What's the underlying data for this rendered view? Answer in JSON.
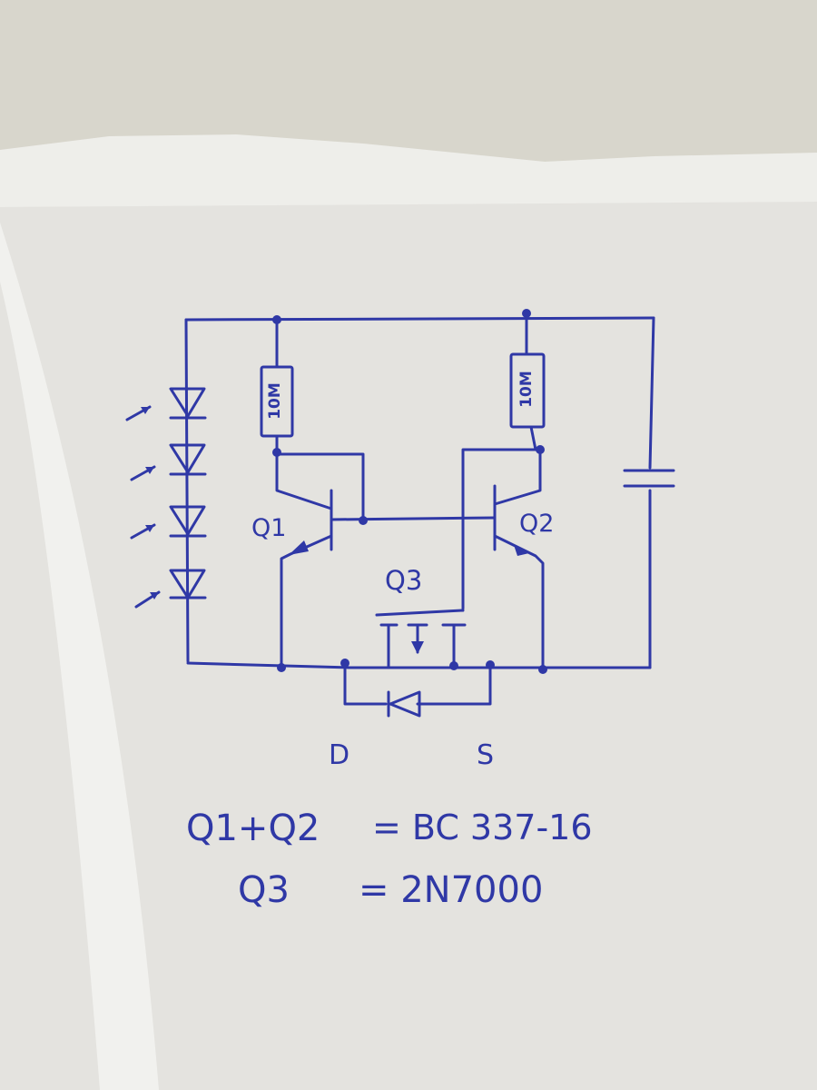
{
  "schematic": {
    "resistor_left": {
      "value": "10M"
    },
    "resistor_right": {
      "value": "10M"
    },
    "transistor_q1": {
      "label": "Q1"
    },
    "transistor_q2": {
      "label": "Q2"
    },
    "mosfet_q3": {
      "label": "Q3"
    },
    "pin_drain": {
      "label": "D"
    },
    "pin_source": {
      "label": "S"
    },
    "led_count": 4
  },
  "notes": {
    "line1_left": "Q1+Q2",
    "line1_right": "= BC 337-16",
    "line2_left": "Q3",
    "line2_right": "= 2N7000"
  },
  "colors": {
    "ink": "#2f38a6",
    "paper": "#e6e5e1",
    "background": "#dcdad2"
  }
}
